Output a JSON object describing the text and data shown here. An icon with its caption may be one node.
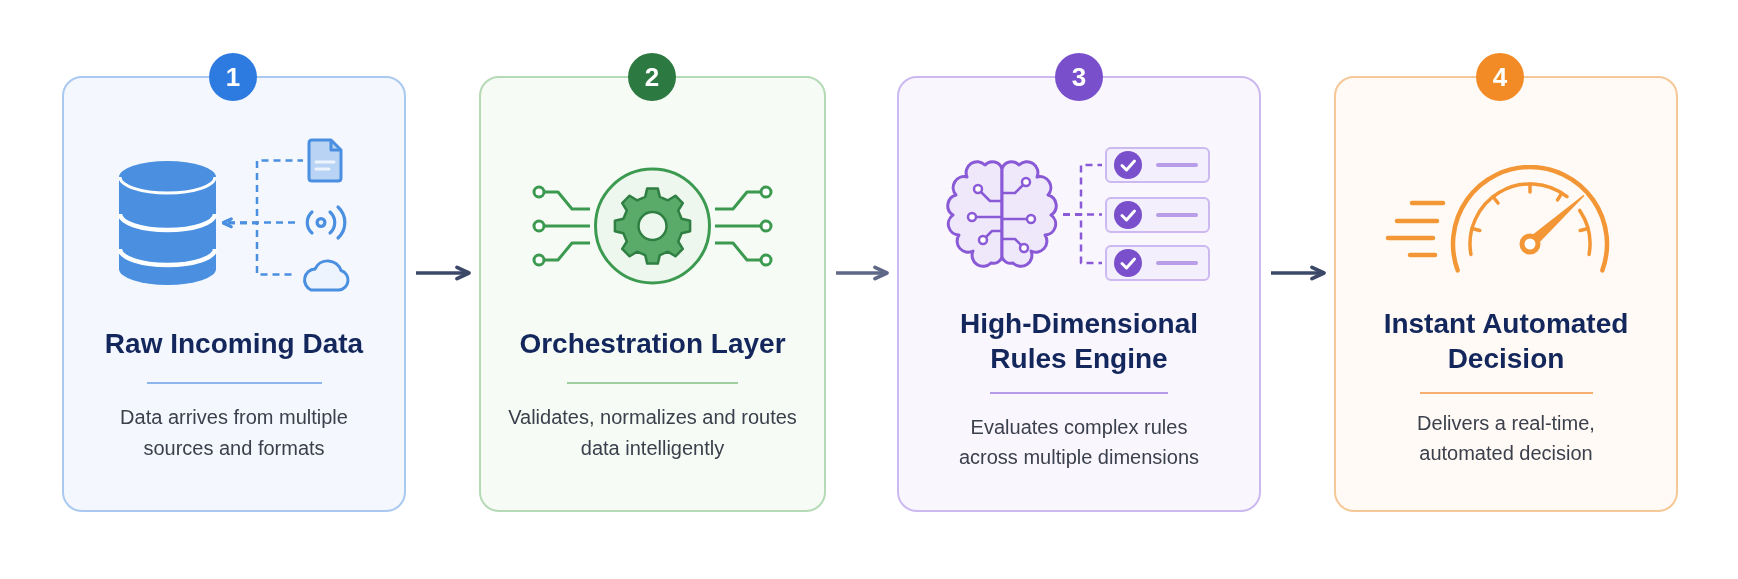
{
  "diagram": {
    "nodes": [
      {
        "text": [
          "1"
        ]
      },
      {
        "text": [
          "Raw Incoming Data",
          "Data arrives from multiple sources and formats"
        ]
      },
      {
        "text": [],
        "shape": "cylinder",
        "in": 1
      },
      {
        "text": [],
        "shape": "picture",
        "in": 1
      },
      {
        "text": [],
        "shape": "picture",
        "in": 1
      },
      {
        "text": [],
        "shape": "cloud",
        "in": 1
      },
      {
        "text": [
          "2"
        ]
      },
      {
        "text": [
          "Orchestration Layer",
          "Validates, normalizes and routes data intelligently"
        ]
      },
      {
        "text": [
          "3"
        ]
      },
      {
        "text": [
          "High-Dimensional Rules Engine",
          "Evaluates complex rules across multiple dimensions"
        ]
      },
      {
        "text": [],
        "shape": "picture",
        "in": 9
      },
      {
        "text": [],
        "shape": "box",
        "in": 9
      },
      {
        "text": [],
        "shape": "box",
        "in": 9
      },
      {
        "text": [],
        "shape": "box",
        "in": 9
      },
      {
        "text": [
          "4"
        ]
      },
      {
        "text": [
          "Instant Automated Decision",
          "Delivers a real-time, automated decision"
        ]
      }
    ],
    "edges": [
      {
        "from": 1,
        "to": 7,
        "arrow": "to",
        "color": "#3b4868"
      },
      {
        "from": 7,
        "to": 9,
        "arrow": "to",
        "color": "#5f6886"
      },
      {
        "from": 9,
        "to": 15,
        "arrow": "to",
        "color": "#3b4868"
      },
      {
        "from": 3,
        "to": 2,
        "arrow": "to",
        "style": "dashed",
        "color": "#4a8fe0"
      },
      {
        "from": 4,
        "to": 2,
        "arrow": "to",
        "style": "dashed",
        "color": "#4a8fe0"
      },
      {
        "from": 5,
        "to": 2,
        "arrow": "to",
        "style": "dashed",
        "color": "#4a8fe0"
      },
      {
        "from": 10,
        "to": 11,
        "arrow": "none",
        "style": "dashed",
        "color": "#8a5ad6"
      },
      {
        "from": 10,
        "to": 12,
        "arrow": "none",
        "style": "dashed",
        "color": "#8a5ad6"
      },
      {
        "from": 10,
        "to": 13,
        "arrow": "none",
        "style": "dashed",
        "color": "#8a5ad6"
      }
    ]
  }
}
